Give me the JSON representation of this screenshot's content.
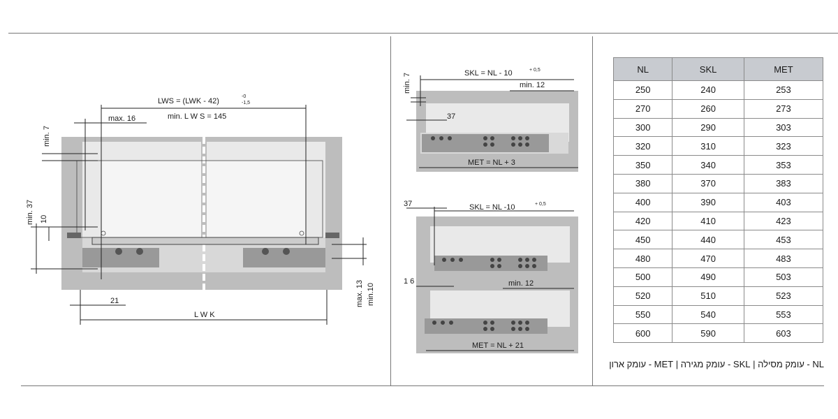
{
  "front_view": {
    "lws_formula": "LWS = (LWK - 42)",
    "lws_tol_upper": "-0",
    "lws_tol_lower": "-1,5",
    "lws_min": "min.   L W S = 145",
    "max16": "max. 16",
    "min7": "min.  7",
    "min37": "min. 37",
    "ten": "10",
    "twenty_one": "21",
    "lwk": "L W K",
    "max13": "max. 13",
    "min10": "min.10"
  },
  "side_top": {
    "min7": "min. 7",
    "skl": "SKL = NL - 10",
    "skl_tol": "+ 0,5",
    "min12": "min. 12",
    "thirty_seven": "37",
    "met": "MET = NL + 3"
  },
  "side_bottom": {
    "thirty_seven": "37",
    "skl": "SKL = NL -10",
    "skl_tol": "+ 0,5",
    "sixteen": "1 6",
    "min12": "min. 12",
    "met": "MET = NL + 21"
  },
  "table": {
    "headers": [
      "NL",
      "SKL",
      "MET"
    ],
    "rows": [
      [
        "250",
        "240",
        "253"
      ],
      [
        "270",
        "260",
        "273"
      ],
      [
        "300",
        "290",
        "303"
      ],
      [
        "320",
        "310",
        "323"
      ],
      [
        "350",
        "340",
        "353"
      ],
      [
        "380",
        "370",
        "383"
      ],
      [
        "400",
        "390",
        "403"
      ],
      [
        "420",
        "410",
        "423"
      ],
      [
        "450",
        "440",
        "453"
      ],
      [
        "480",
        "470",
        "483"
      ],
      [
        "500",
        "490",
        "503"
      ],
      [
        "520",
        "510",
        "523"
      ],
      [
        "550",
        "540",
        "553"
      ],
      [
        "600",
        "590",
        "603"
      ]
    ]
  },
  "legend": "NL - עומק מסילה | SKL - עומק מגירה | MET - עומק ארון"
}
